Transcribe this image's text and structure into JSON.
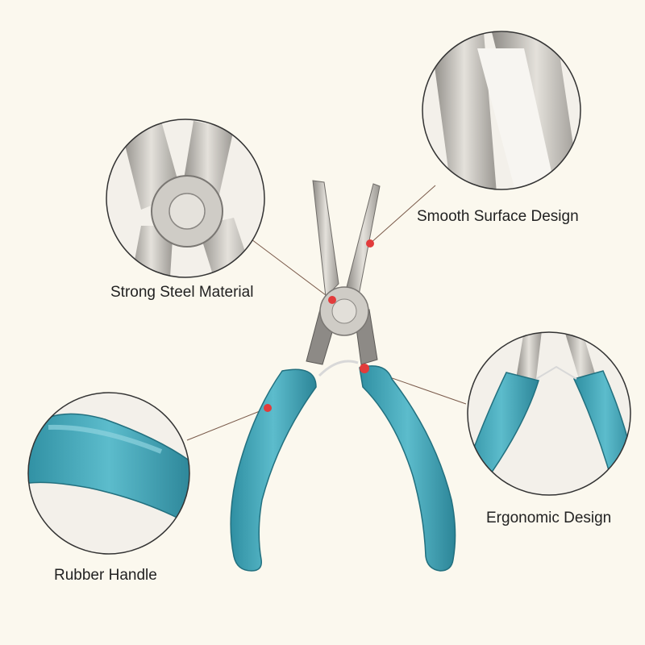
{
  "callouts": {
    "smooth_surface": "Smooth Surface Design",
    "steel_material": "Strong Steel Material",
    "ergonomic": "Ergonomic Design",
    "rubber_handle": "Rubber Handle"
  },
  "colors": {
    "background": "#fbf8ee",
    "handle": "#3fa3b6",
    "steel": "#c9c6c0",
    "marker": "#e23b3b"
  }
}
